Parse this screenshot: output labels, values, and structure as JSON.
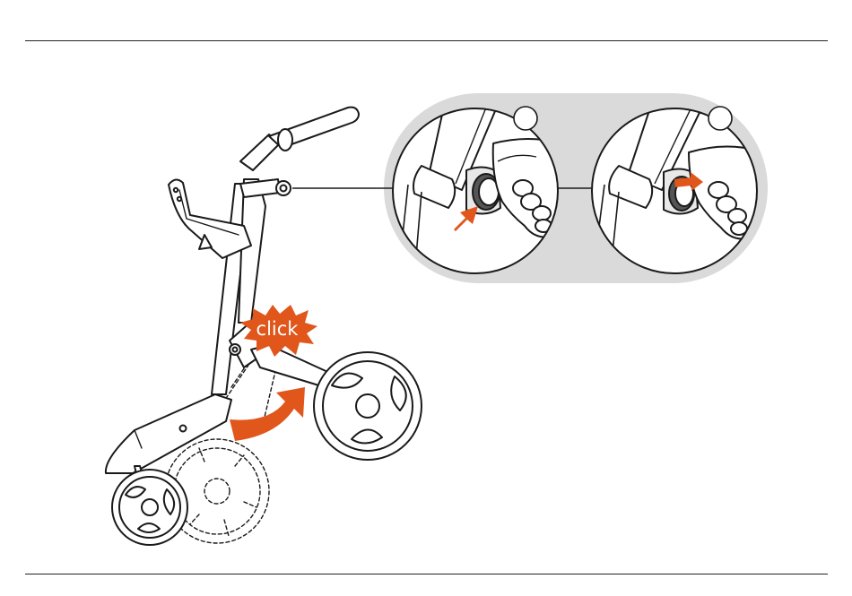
{
  "page": {
    "title": "",
    "illustration": "rollator-folding-instructions"
  },
  "callout": {
    "label": "click",
    "accent_color": "#E0561B"
  },
  "detail_panel": {
    "background_color": "#DADADA",
    "steps": [
      {
        "icon": "finger-press-button-icon",
        "arrow": "up-right"
      },
      {
        "icon": "finger-slide-button-icon",
        "arrow": "right"
      }
    ]
  },
  "colors": {
    "line": "#1a1a1a",
    "accent": "#E0561B",
    "panel": "#DADADA"
  }
}
